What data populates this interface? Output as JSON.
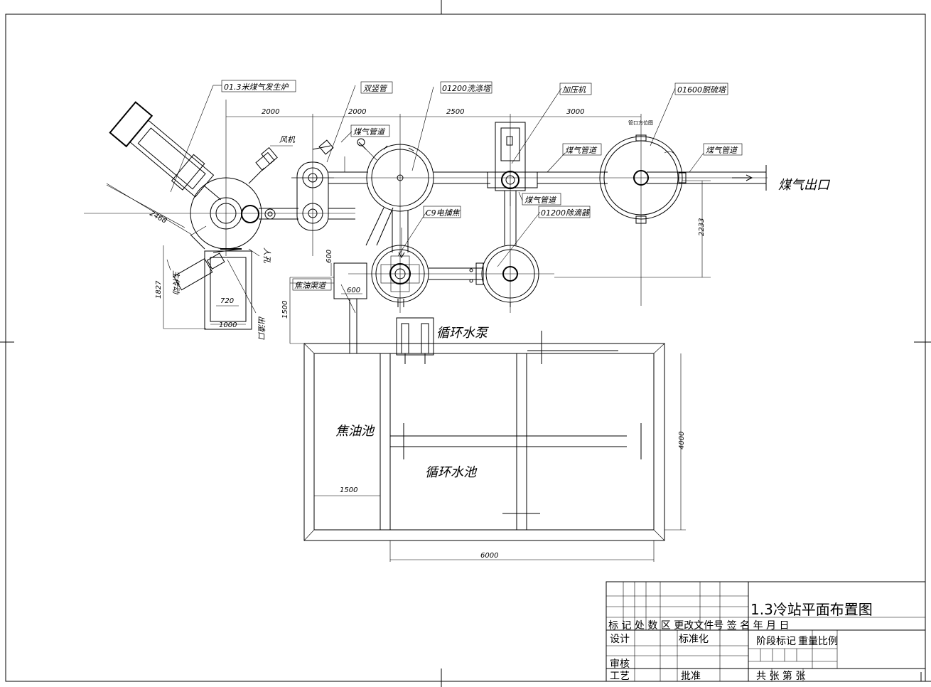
{
  "drawing": {
    "title": "1.3冷站平面布置图",
    "labels": {
      "gas_generator": "01.3米煤气发生炉",
      "double_pipe": "双竖管",
      "wash_tower": "01200洗涤塔",
      "booster": "加压机",
      "desulfur_tower": "01600脱硫塔",
      "gas_pipe_1": "煤气管道",
      "gas_pipe_2": "煤气管道",
      "gas_pipe_3": "煤气管道",
      "gas_pipe_4": "煤气管道",
      "precipitator": "C9电捕焦",
      "demister": "01200除滴器",
      "tar_channel": "焦油渠道",
      "gas_outlet": "煤气出口",
      "pump": "循环水泵",
      "tar_pool": "焦油池",
      "water_pool": "循环水池",
      "fan": "风机",
      "manhole": "人孔",
      "main_drive": "主传动",
      "ash_outlet": "出渣口",
      "nozzle_note": "管口方位图"
    },
    "dims": {
      "d2000a": "2000",
      "d2000b": "2000",
      "d2500": "2500",
      "d3000": "3000",
      "d2233": "2233",
      "d1827": "1827",
      "d1500v": "1500",
      "d600v": "600",
      "d600h": "600",
      "d720": "720",
      "d1000": "1000",
      "d2468": "2468",
      "d1500h": "1500",
      "d4000": "4000",
      "d6000": "6000"
    }
  },
  "title_block": {
    "row_marks": "标 记 处 数 区 更改文件号 签 名 年 月 日",
    "design": "设计",
    "standard": "标准化",
    "stage": "阶段标记",
    "weight": "重量",
    "scale": "比例",
    "review": "审核",
    "craft": "工艺",
    "approve": "批准",
    "sheets": "共    张  第    张"
  }
}
